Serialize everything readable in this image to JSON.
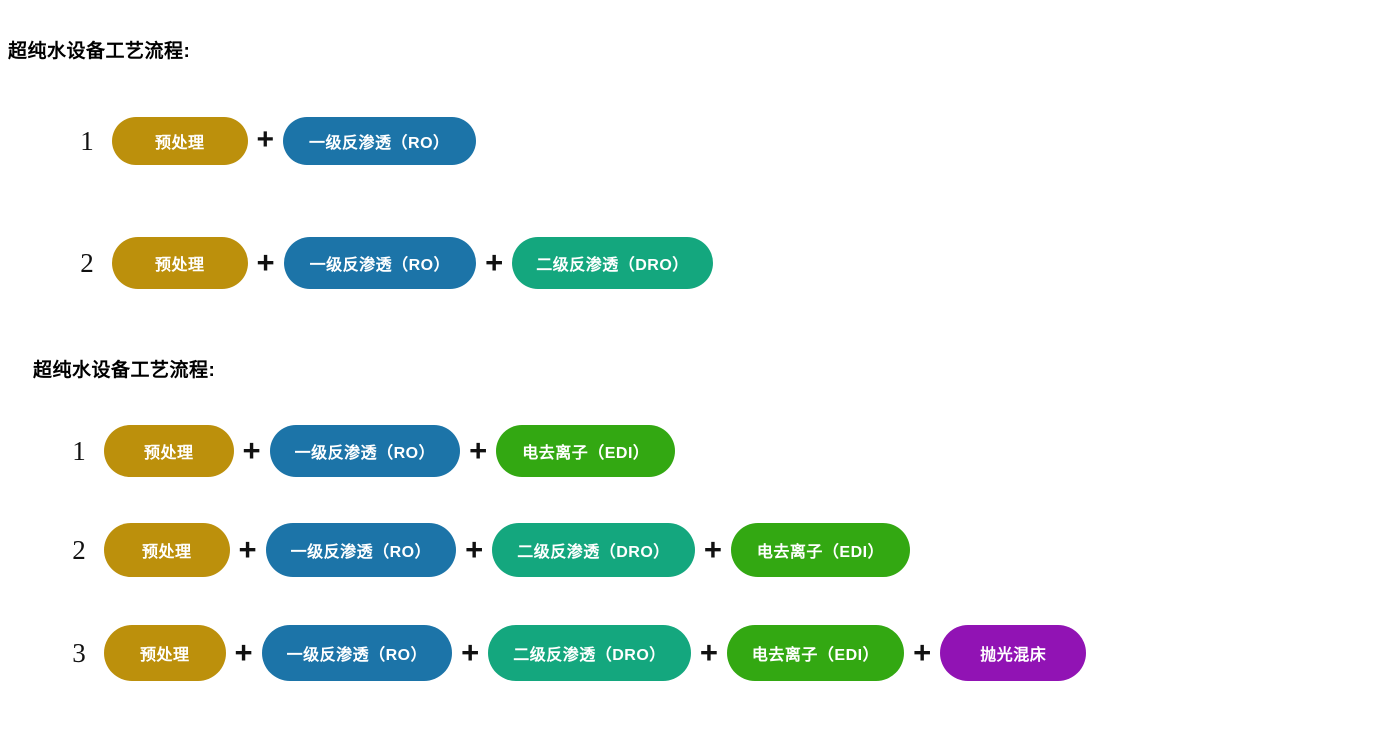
{
  "colors": {
    "background": "#FFFFFF",
    "text": "#000000",
    "pill_text": "#FFFFFF",
    "pretreatment": "#BC900C",
    "ro": "#1C74A8",
    "dro": "#14A77E",
    "edi": "#33A812",
    "polishing_mixed_bed": "#9113B4"
  },
  "sections": [
    {
      "heading": "超纯水设备工艺流程:",
      "rows": [
        {
          "number": "1",
          "steps": [
            {
              "label": "预处理",
              "color_key": "pretreatment",
              "name": "pretreatment"
            },
            {
              "label": "一级反渗透（RO）",
              "color_key": "ro",
              "name": "ro"
            }
          ]
        },
        {
          "number": "2",
          "steps": [
            {
              "label": "预处理",
              "color_key": "pretreatment",
              "name": "pretreatment"
            },
            {
              "label": "一级反渗透（RO）",
              "color_key": "ro",
              "name": "ro"
            },
            {
              "label": "二级反渗透（DRO）",
              "color_key": "dro",
              "name": "dro"
            }
          ]
        }
      ]
    },
    {
      "heading": "超纯水设备工艺流程:",
      "rows": [
        {
          "number": "1",
          "steps": [
            {
              "label": "预处理",
              "color_key": "pretreatment",
              "name": "pretreatment"
            },
            {
              "label": "一级反渗透（RO）",
              "color_key": "ro",
              "name": "ro"
            },
            {
              "label": "电去离子（EDI）",
              "color_key": "edi",
              "name": "edi"
            }
          ]
        },
        {
          "number": "2",
          "steps": [
            {
              "label": "预处理",
              "color_key": "pretreatment",
              "name": "pretreatment"
            },
            {
              "label": "一级反渗透（RO）",
              "color_key": "ro",
              "name": "ro"
            },
            {
              "label": "二级反渗透（DRO）",
              "color_key": "dro",
              "name": "dro"
            },
            {
              "label": "电去离子（EDI）",
              "color_key": "edi",
              "name": "edi"
            }
          ]
        },
        {
          "number": "3",
          "steps": [
            {
              "label": "预处理",
              "color_key": "pretreatment",
              "name": "pretreatment"
            },
            {
              "label": "一级反渗透（RO）",
              "color_key": "ro",
              "name": "ro"
            },
            {
              "label": "二级反渗透（DRO）",
              "color_key": "dro",
              "name": "dro"
            },
            {
              "label": "电去离子（EDI）",
              "color_key": "edi",
              "name": "edi"
            },
            {
              "label": "抛光混床",
              "color_key": "polishing_mixed_bed",
              "name": "polishing-mixed-bed"
            }
          ]
        }
      ]
    }
  ],
  "separator": "+"
}
